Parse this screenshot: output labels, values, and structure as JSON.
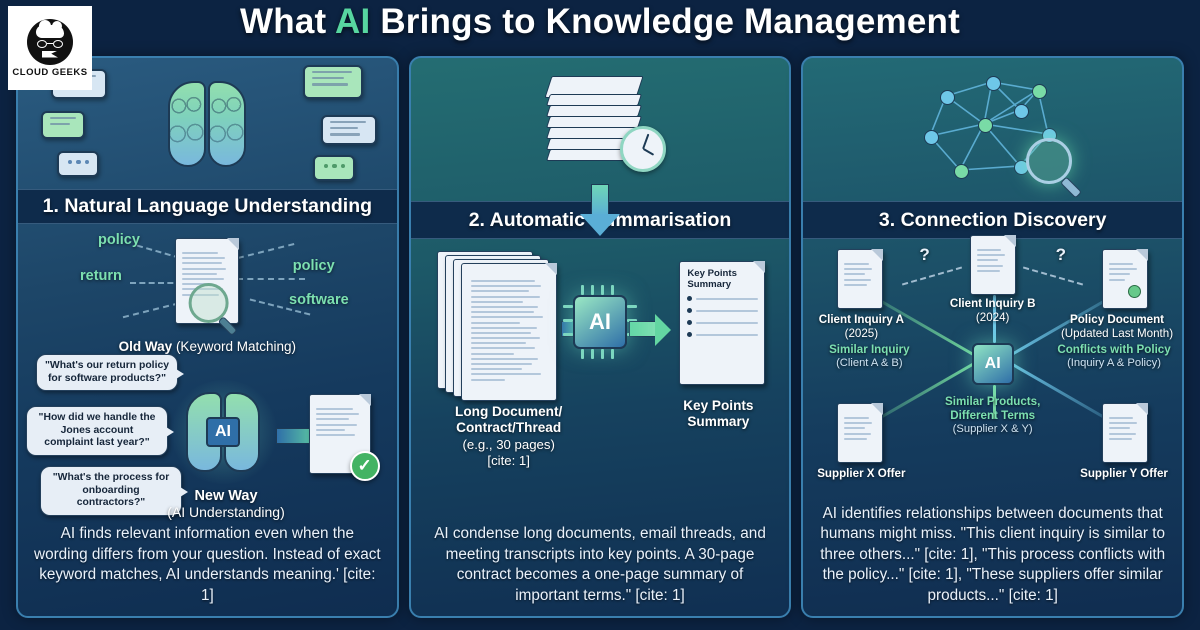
{
  "brand": {
    "logo_text": "CLOUD GEEKS",
    "logo_icon": "cloud-geeks-avatar-icon"
  },
  "title": {
    "before": "What ",
    "highlight": "AI",
    "after": " Brings to Knowledge Management",
    "highlight_color": "#57d6a0"
  },
  "panels": [
    {
      "id": "natural-language-understanding",
      "heading": "1. Natural Language Understanding",
      "hero_icon": "brain-with-chat-bubbles-icon",
      "old_way": {
        "label_bold": "Old Way",
        "label_rest": " (Keyword Matching)",
        "keywords_left": [
          "policy",
          "return"
        ],
        "keywords_right": [
          "policy",
          "software"
        ],
        "doc_icon": "document-with-magnifier-icon"
      },
      "new_way": {
        "label_bold": "New Way",
        "label_rest": "(AI Understanding)",
        "chip_label": "AI",
        "questions": [
          "\"What's our return policy for software products?\"",
          "\"How did we handle the Jones account complaint last year?\"",
          "\"What's the process for onboarding contractors?\""
        ],
        "result_icon": "document-with-green-check-icon"
      },
      "caption": "AI finds relevant information even when the wording differs from your question. Instead of exact keyword matches, AI understands meaning.' [cite: 1]"
    },
    {
      "id": "automatic-summarisation",
      "heading": "2. Automatic Summarisation",
      "hero_icon": "paper-stack-with-clock-and-down-arrow-icon",
      "flow": {
        "source_label_bold": "Long Document/\nContract/Thread",
        "source_label_line1": "Long Document/",
        "source_label_line2": "Contract/Thread",
        "source_label_line3": "(e.g., 30 pages)",
        "source_label_line4": "[cite: 1]",
        "chip_label": "AI",
        "doc_title_line1": "Key Points",
        "doc_title_line2": "Summary",
        "target_label_line1": "Key Points",
        "target_label_line2": "Summary",
        "bullet_count": 4
      },
      "caption": "AI condense long documents, email threads, and meeting transcripts into key points. A 30-page contract becomes a one-page summary of important terms.\" [cite: 1]"
    },
    {
      "id": "connection-discovery",
      "heading": "3. Connection Discovery",
      "hero_icon": "network-graph-with-magnifier-icon",
      "graph": {
        "chip_label": "AI",
        "question_marks": [
          "?",
          "?"
        ],
        "documents": [
          {
            "name": "client-inquiry-a",
            "title": "Client Inquiry A",
            "sub": "(2025)"
          },
          {
            "name": "client-inquiry-b",
            "title": "Client Inquiry B",
            "sub": "(2024)"
          },
          {
            "name": "policy-document",
            "title": "Policy Document",
            "sub": "(Updated Last Month)"
          },
          {
            "name": "supplier-x-offer",
            "title": "Supplier X Offer",
            "sub": ""
          },
          {
            "name": "supplier-y-offer",
            "title": "Supplier Y Offer",
            "sub": ""
          }
        ],
        "relations": [
          {
            "name": "similar-inquiry",
            "label": "Similar Inquiry",
            "detail": "(Client A & B)"
          },
          {
            "name": "conflicts-with-policy",
            "label": "Conflicts with Policy",
            "detail": "(Inquiry A & Policy)"
          },
          {
            "name": "similar-products",
            "label": "Similar Products,",
            "label2": "Different Terms",
            "detail": "(Supplier X & Y)"
          }
        ]
      },
      "caption": "AI identifies relationships between documents that humans might miss. \"This client inquiry is similar to three others...\" [cite: 1], \"This process conflicts with the policy...\" [cite: 1], \"These suppliers offer similar products...\" [cite: 1]"
    }
  ]
}
